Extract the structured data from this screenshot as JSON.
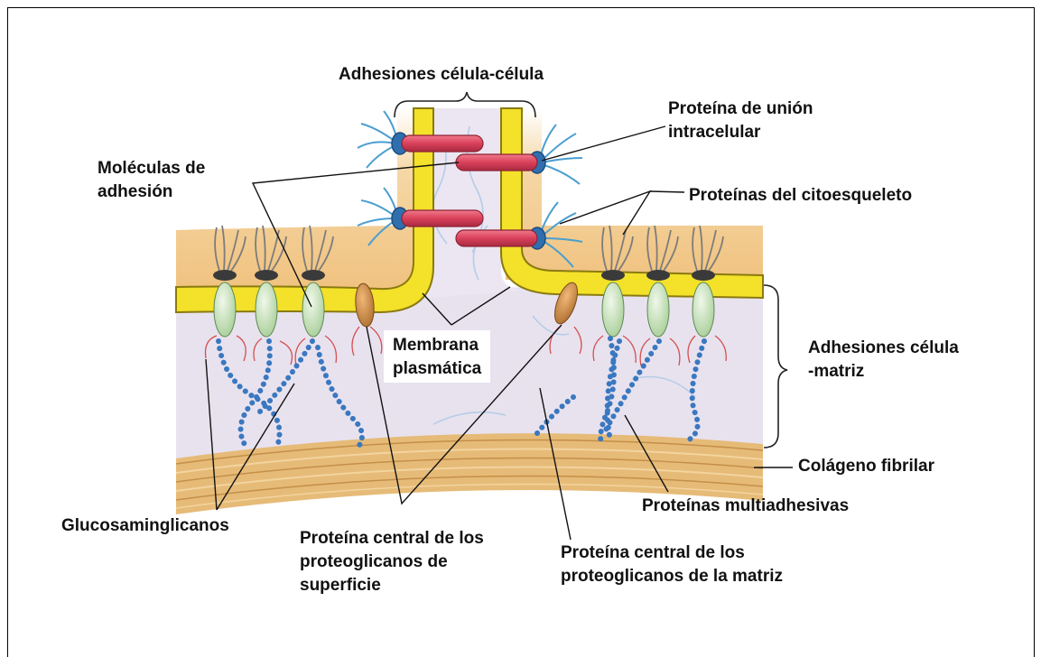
{
  "labels": {
    "cell_cell": "Adhesiones célula-célula",
    "junction_protein": "Proteína de unión\nintracelular",
    "adhesion_molecules": "Moléculas de\nadhesión",
    "cytoskeleton": "Proteínas del citoesqueleto",
    "plasma_membrane": "Membrana\nplasmática",
    "cell_matrix": "Adhesiones célula\n-matriz",
    "fibrillar_collagen": "Colágeno fibrilar",
    "multiadhesive": "Proteínas multiadhesivas",
    "gags": "Glucosaminglicanos",
    "core_surface": "Proteína central de los\nproteoglicanos de\nsuperficie",
    "core_matrix": "Proteína central de los\nproteoglicanos de la matriz"
  },
  "colors": {
    "cytoplasm": "#f2c98a",
    "membrane": "#f2e024",
    "membrane_edge": "#8a7a10",
    "matrix": "#e6e0ee",
    "collagen": "#e3b774",
    "adhesion_molecule": "#d9485e",
    "cytoskeleton": "#4a9fd0",
    "receptor": "#cfe6c4",
    "core_protein": "#c98a45",
    "gag_beads": "#3a78c0"
  }
}
